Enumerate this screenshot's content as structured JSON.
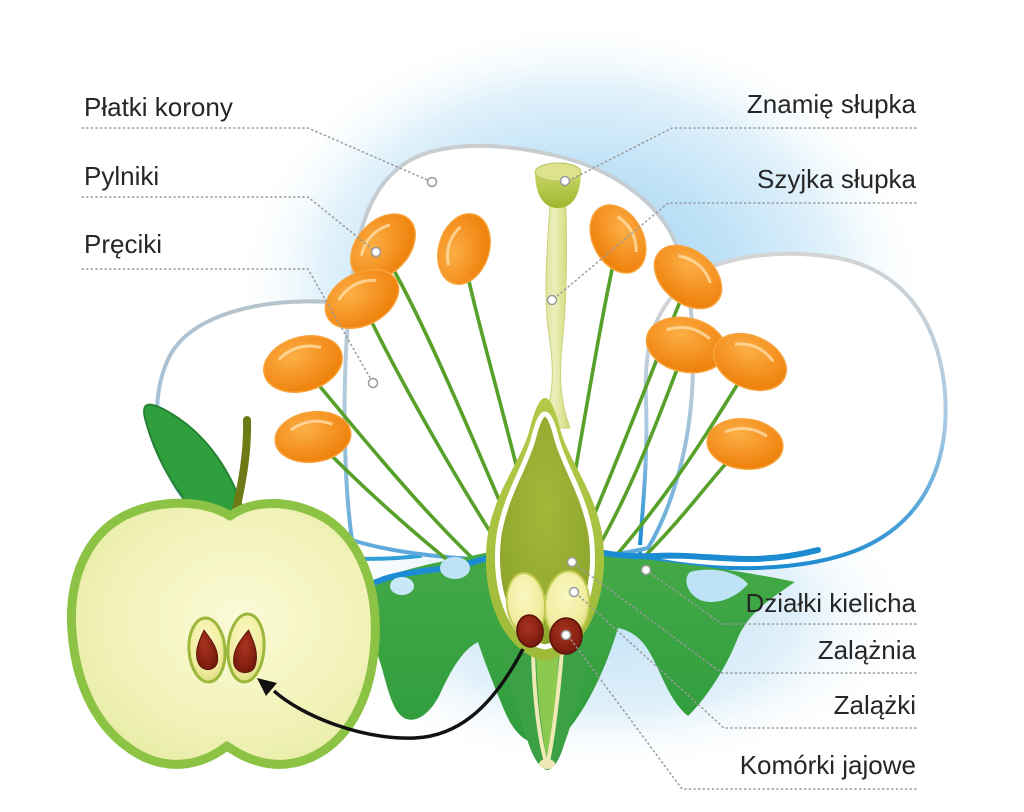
{
  "labels": {
    "platki_korony": "Płatki korony",
    "pylniki": "Pylniki",
    "preciki": "Pręciki",
    "znamie_slupka": "Znamię słupka",
    "szyjka_slupka": "Szyjka słupka",
    "dzialki_kielicha": "Działki kielicha",
    "zalaznia": "Zalążnia",
    "zalazki": "Zalążki",
    "komorki_jajowe": "Komórki jajowe"
  },
  "palette": {
    "background_glow": "#a3d4f1",
    "petal_outline_blue": "#1e93d6",
    "petal_outline_gray": "#c9cdd0",
    "anther_orange": "#f18a00",
    "filament_green": "#57a12b",
    "style_yellow": "#e3e7a4",
    "stigma_green": "#aabf3b",
    "sepal_green": "#3aa23f",
    "sepal_blue_line": "#1b8cd1",
    "receptacle_olive": "#93a72f",
    "ovule_yellow": "#f1eda0",
    "egg_cell_maroon": "#7c1d12",
    "apple_skin": "#8cc345",
    "apple_flesh": "#f3f3bc",
    "leaf_green": "#2f9e3c",
    "label_text": "#262626",
    "leader_line": "#9a9a9a"
  }
}
